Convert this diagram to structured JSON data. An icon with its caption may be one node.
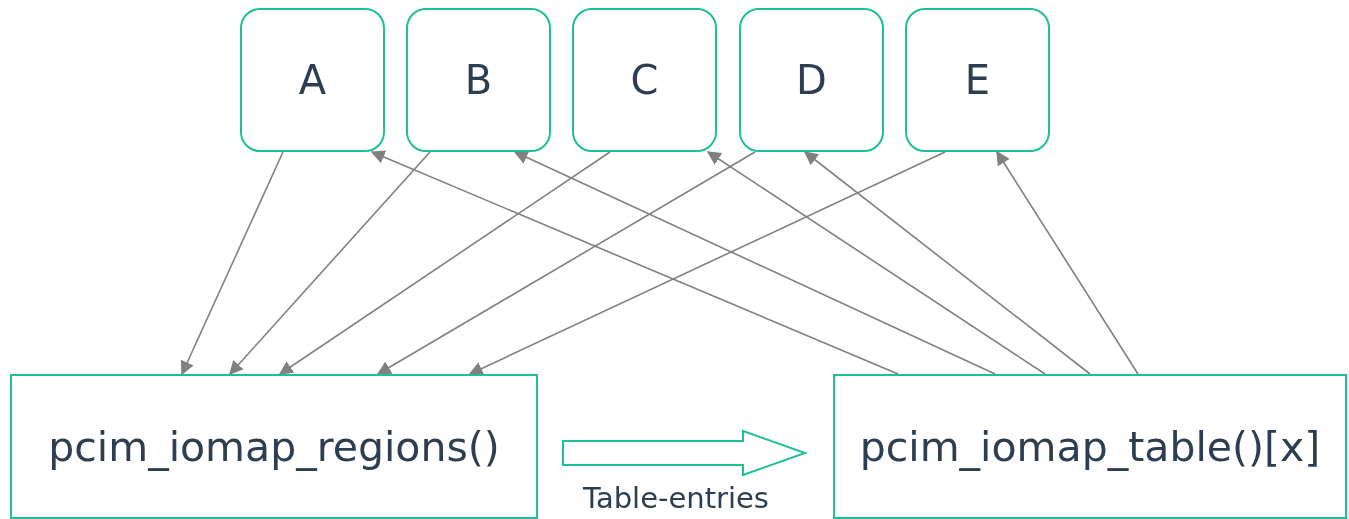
{
  "diagram": {
    "nodes": [
      {
        "text": [
          "A"
        ]
      },
      {
        "text": [
          "B"
        ]
      },
      {
        "text": [
          "C"
        ]
      },
      {
        "text": [
          "D"
        ]
      },
      {
        "text": [
          "E"
        ]
      },
      {
        "text": [
          "pcim_iomap_regions()"
        ]
      },
      {
        "text": [
          "pcim_iomap_table()[x]"
        ]
      }
    ],
    "edges": [
      {
        "from": 0,
        "to": 5,
        "arrow": "to"
      },
      {
        "from": 1,
        "to": 5,
        "arrow": "to"
      },
      {
        "from": 2,
        "to": 5,
        "arrow": "to"
      },
      {
        "from": 3,
        "to": 5,
        "arrow": "to"
      },
      {
        "from": 4,
        "to": 5,
        "arrow": "to"
      },
      {
        "from": 6,
        "to": 0,
        "arrow": "to"
      },
      {
        "from": 6,
        "to": 1,
        "arrow": "to"
      },
      {
        "from": 6,
        "to": 2,
        "arrow": "to"
      },
      {
        "from": 6,
        "to": 3,
        "arrow": "to"
      },
      {
        "from": 6,
        "to": 4,
        "arrow": "to"
      },
      {
        "from": 5,
        "to": 6,
        "arrow": "to",
        "label": "Table-entries",
        "style": "thick",
        "color": "#1fbf98"
      }
    ]
  }
}
